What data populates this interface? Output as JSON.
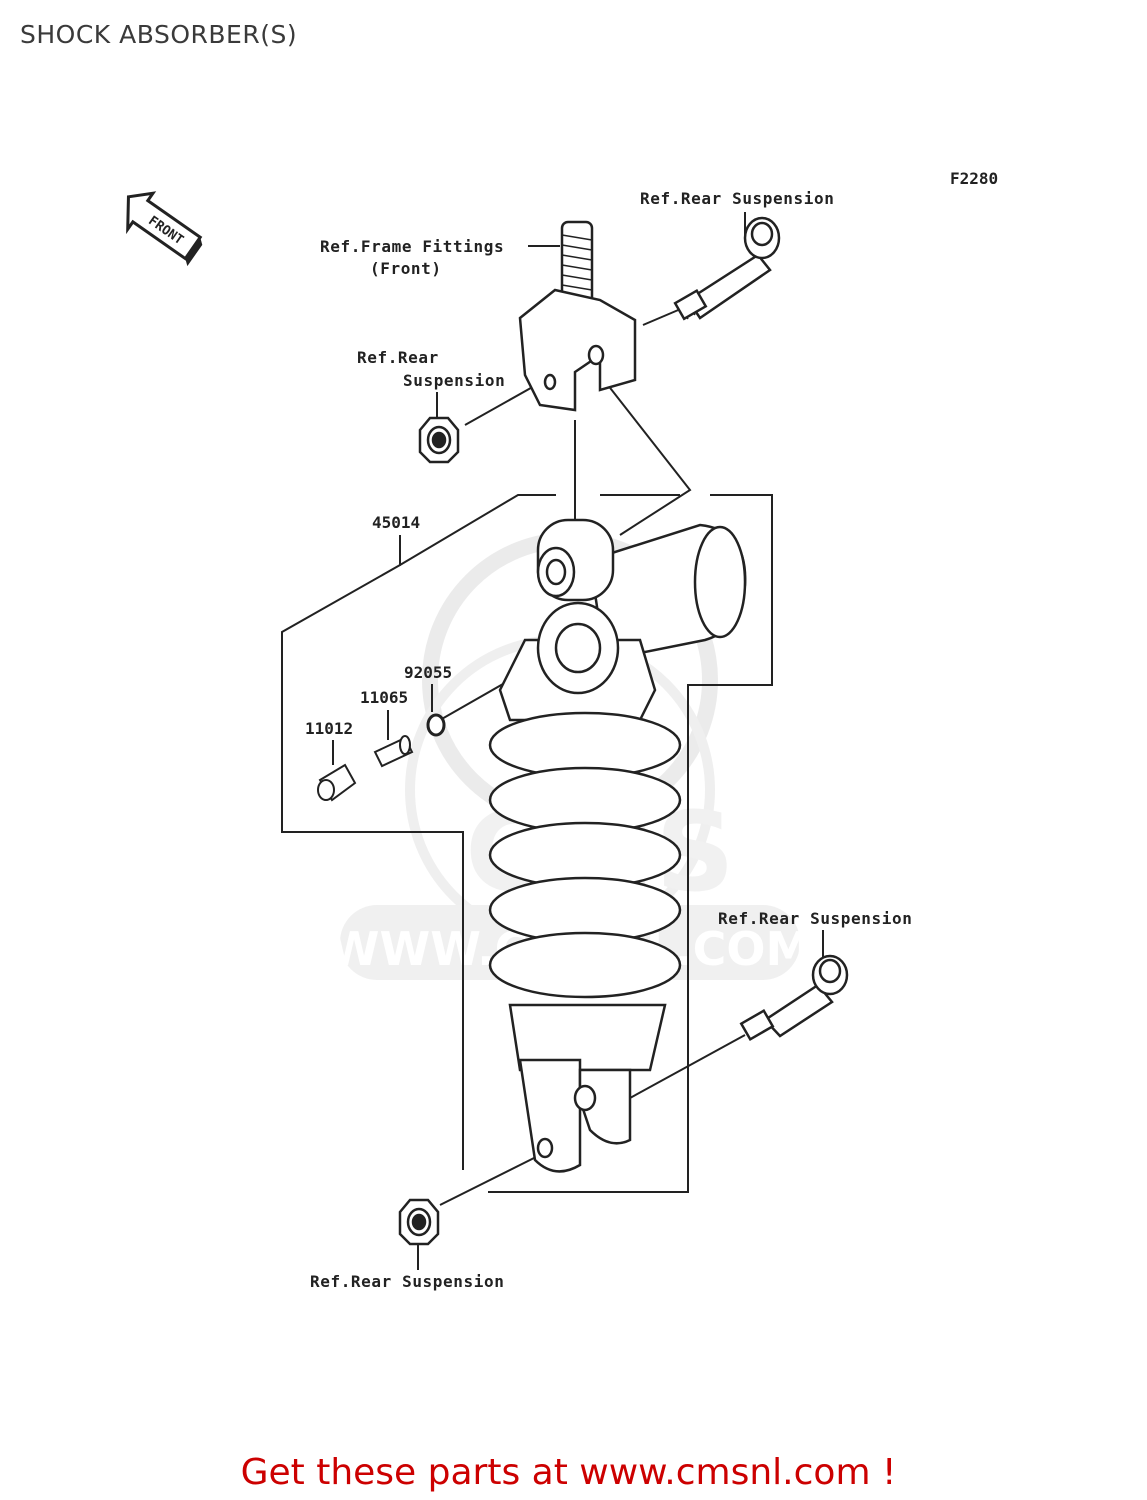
{
  "page": {
    "title": "SHOCK ABSORBER(S)"
  },
  "diagram": {
    "figure_code": "F2280",
    "front_arrow_label": "FRONT",
    "watermark": "WWW.CMSNL.COM",
    "labels": {
      "ref_rear_suspension_top_bolt": "Ref.Rear Suspension",
      "ref_frame_fittings_line1": "Ref.Frame Fittings",
      "ref_frame_fittings_line2": "(Front)",
      "ref_rear_nut_top_line1": "Ref.Rear",
      "ref_rear_nut_top_line2": "Suspension",
      "ref_rear_suspension_bottom_bolt": "Ref.Rear Suspension",
      "ref_rear_suspension_bottom_nut": "Ref.Rear Suspension"
    },
    "part_numbers": [
      "45014",
      "92055",
      "11065",
      "11012"
    ]
  },
  "footer": {
    "text": "Get these parts at www.cmsnl.com !"
  },
  "colors": {
    "footer": "#cc0000",
    "line": "#222222",
    "watermark": "#d8d8d8"
  }
}
